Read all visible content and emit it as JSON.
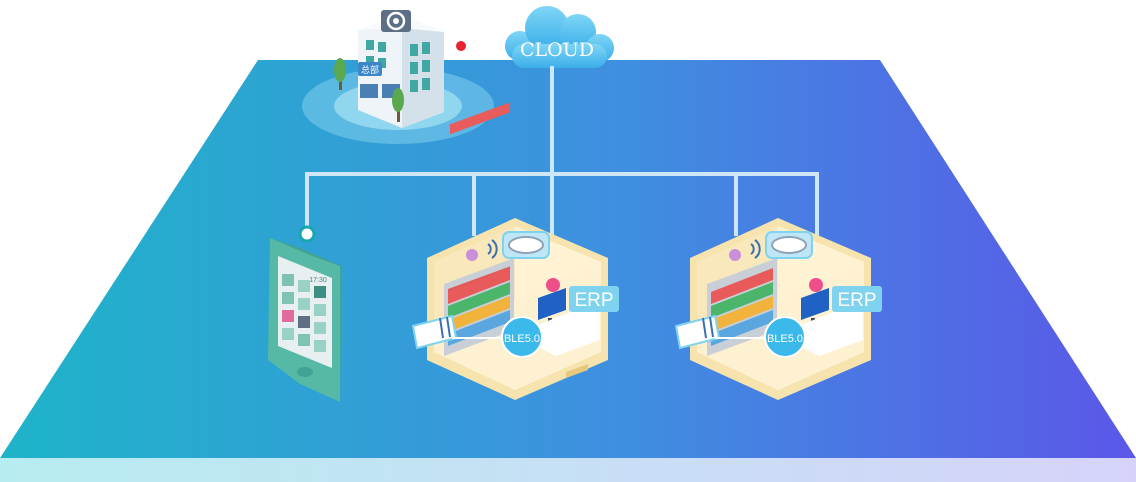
{
  "cloud": {
    "label": "CLOUD"
  },
  "headquarters": {
    "sign": "总部"
  },
  "phone": {
    "time": "17:30"
  },
  "stores": [
    {
      "erp_label": "ERP",
      "ble_label": "BLE5.0"
    },
    {
      "erp_label": "ERP",
      "ble_label": "BLE5.0"
    }
  ],
  "colors": {
    "platform_left": "#1fb3c9",
    "platform_right": "#5b5ae6",
    "connector": "#cfe6f7",
    "cloud": "#59c2ef",
    "store_floor": "#f6e3ad",
    "erp_badge": "#7fd3ef",
    "ble_badge": "#3bb9ea"
  }
}
